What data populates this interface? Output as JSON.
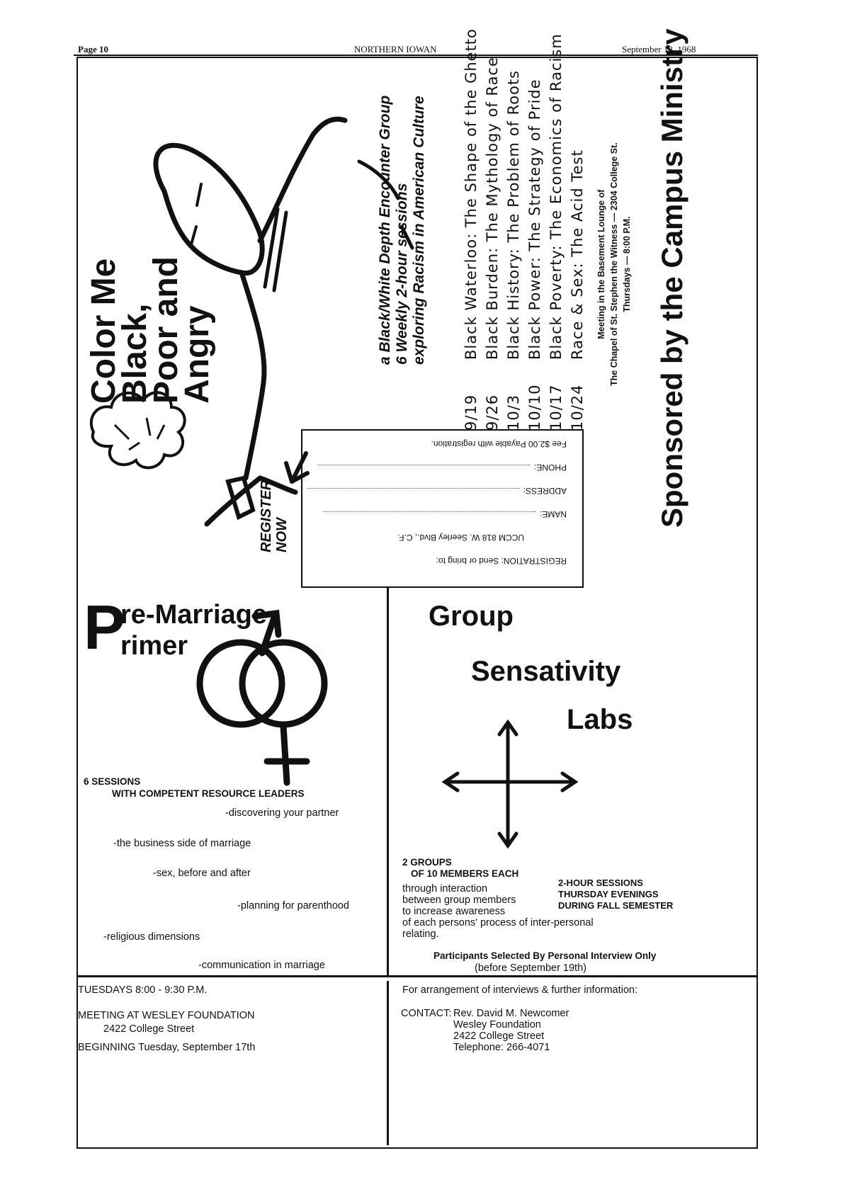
{
  "header": {
    "page": "Page 10",
    "paper": "NORTHERN IOWAN",
    "date": "September 13, 1968"
  },
  "encounter": {
    "title_lines": [
      "Color Me",
      "Black,",
      "Poor and",
      "Angry"
    ],
    "subtitle_lines": [
      "a Black/White Depth Encounter Group",
      "6 Weekly 2-hour sessions",
      "exploring Racism in American Culture"
    ],
    "register": [
      "REGISTER",
      "NOW"
    ],
    "schedule": [
      {
        "date": "9/19",
        "topic": "Black Waterloo: The Shape of the Ghetto"
      },
      {
        "date": "9/26",
        "topic": "Black Burden: The Mythology of Race"
      },
      {
        "date": "10/3",
        "topic": "Black History: The Problem of Roots"
      },
      {
        "date": "10/10",
        "topic": "Black Power: The Strategy of Pride"
      },
      {
        "date": "10/17",
        "topic": "Black Poverty: The Economics of Racism"
      },
      {
        "date": "10/24",
        "topic": "Race & Sex: The Acid Test"
      }
    ],
    "meeting": [
      "Meeting in the Basement Lounge of",
      "The Chapel of St. Stephen the Witness — 2304 College St.",
      "Thursdays — 8:00 P.M."
    ],
    "sponsor": "Sponsored by the Campus Ministry",
    "form": {
      "registration": "REGISTRATION: Send or bring to:",
      "address_line": "UCCM   818 W. Seerley Blvd., C.F.",
      "name": "NAME:",
      "address": "ADDRESS:",
      "phone": "PHONE:",
      "fee": "Fee $2.00  Payable with registration."
    }
  },
  "marriage": {
    "title_initial": "P",
    "title_line1": "re-Marriage",
    "title_line2": "rimer",
    "sessions": "6 SESSIONS",
    "leaders": "WITH COMPETENT RESOURCE LEADERS",
    "items": [
      "-discovering your partner",
      "-the business side of marriage",
      "-sex, before and after",
      "-planning for parenthood",
      "-religious dimensions",
      "-communication in marriage"
    ],
    "time": "TUESDAYS 8:00 - 9:30 P.M.",
    "meeting": "MEETING AT WESLEY FOUNDATION",
    "address": "2422 College Street",
    "beginning_label": "BEGINNING",
    "beginning_date": "Tuesday, September 17th"
  },
  "sensitivity": {
    "title": [
      "Group",
      "Sensativity",
      "Labs"
    ],
    "groups_line1": "2 GROUPS",
    "groups_line2": "OF 10 MEMBERS EACH",
    "desc": [
      "through interaction",
      "between group members",
      "to increase awareness",
      "of each persons' process of inter-personal",
      "relating."
    ],
    "hours": [
      "2-HOUR SESSIONS",
      "THURSDAY EVENINGS",
      "DURING FALL SEMESTER"
    ],
    "participants": "Participants Selected By Personal Interview Only",
    "before": "(before September 19th)",
    "arrangement": "For arrangement of interviews & further information:",
    "contact_label": "CONTACT:",
    "contact": [
      "Rev. David M. Newcomer",
      "Wesley Foundation",
      "2422 College Street",
      "Telephone: 266-4071"
    ]
  }
}
